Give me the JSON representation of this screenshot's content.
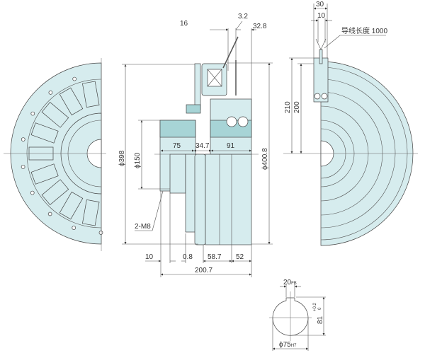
{
  "title": "Electromagnetic clutch dimension drawing",
  "colors": {
    "body": "#d6ecee",
    "accent": "#a7d4d6",
    "line": "#444444"
  },
  "side_view": {
    "top_dims": {
      "d16": "16",
      "d3_2": "3.2",
      "d32_8": "32.8"
    },
    "dia_outer": "ϕ398",
    "dia_hub": "ϕ150",
    "dia_rotor": "ϕ400.8",
    "mid_dims": {
      "d75": "75",
      "d34_7": "34.7",
      "d91": "91"
    },
    "thread_label": "2-M8",
    "bottom_dims": {
      "d10": "10",
      "d0_8": "0.8",
      "d58_7": "58.7",
      "d52": "52",
      "total": "200.7"
    }
  },
  "right_view": {
    "d30": "30",
    "d10": "10",
    "lead_label": "导线长度 1000",
    "h210": "210",
    "h200": "200"
  },
  "keyway": {
    "width": "20",
    "width_tol": "FB",
    "height": "81",
    "height_tol_upper": "+0.2",
    "height_tol_lower": "0",
    "bore": "ϕ75",
    "bore_tol": "H7"
  }
}
